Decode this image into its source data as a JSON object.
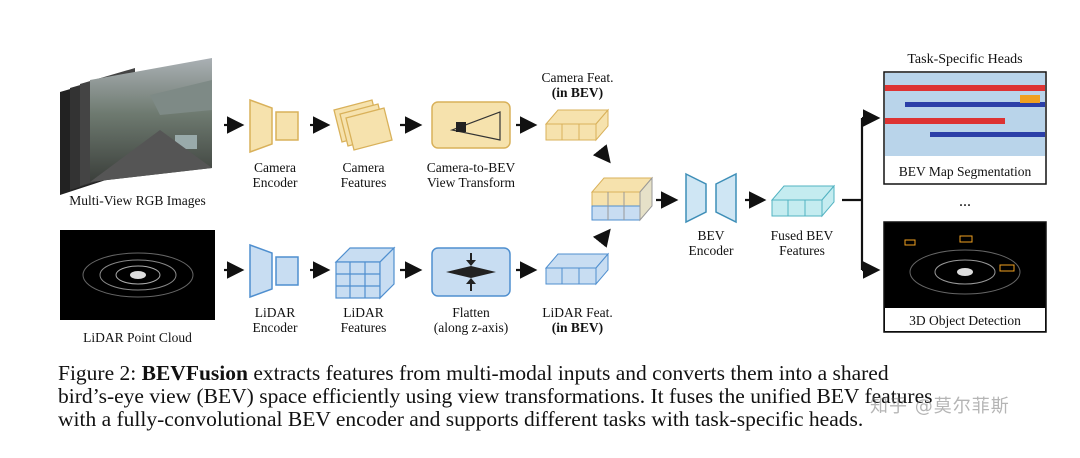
{
  "figure": {
    "inputs": {
      "camera_images": "Multi-View RGB Images",
      "lidar": "LiDAR Point Cloud"
    },
    "camera_branch": {
      "encoder": [
        "Camera",
        "Encoder"
      ],
      "features": [
        "Camera",
        "Features"
      ],
      "transform": [
        "Camera-to-BEV",
        "View Transform"
      ],
      "bev_feat": [
        "Camera Feat.",
        "(in BEV)"
      ]
    },
    "lidar_branch": {
      "encoder": [
        "LiDAR",
        "Encoder"
      ],
      "features": [
        "LiDAR",
        "Features"
      ],
      "flatten": [
        "Flatten",
        "(along z-axis)"
      ],
      "bev_feat": [
        "LiDAR Feat.",
        "(in BEV)"
      ]
    },
    "bev_encoder": [
      "BEV",
      "Encoder"
    ],
    "fused": [
      "Fused BEV",
      "Features"
    ],
    "heads": {
      "title": "Task-Specific Heads",
      "seg": "BEV Map Segmentation",
      "dots": "...",
      "det": "3D Object Detection"
    }
  },
  "caption": {
    "prefix": "Figure 2: ",
    "name": "BEVFusion",
    "line1": " extracts features from multi-modal inputs and converts them into a shared",
    "line2": "bird’s-eye view (BEV) space efficiently using view transformations. It fuses the unified BEV features",
    "line3": "with a fully-convolutional BEV encoder and supports different tasks with task-specific heads."
  },
  "watermark": "知乎 @莫尔菲斯",
  "colors": {
    "camera": "#f3dca0",
    "camera_stroke": "#d9b15a",
    "lidar": "#c8ddf2",
    "lidar_stroke": "#4f8fcf",
    "fused": "#c4ecf0",
    "fused_stroke": "#52b3c2",
    "bev": "#cfe6f4",
    "bev_stroke": "#3f8fb8"
  }
}
